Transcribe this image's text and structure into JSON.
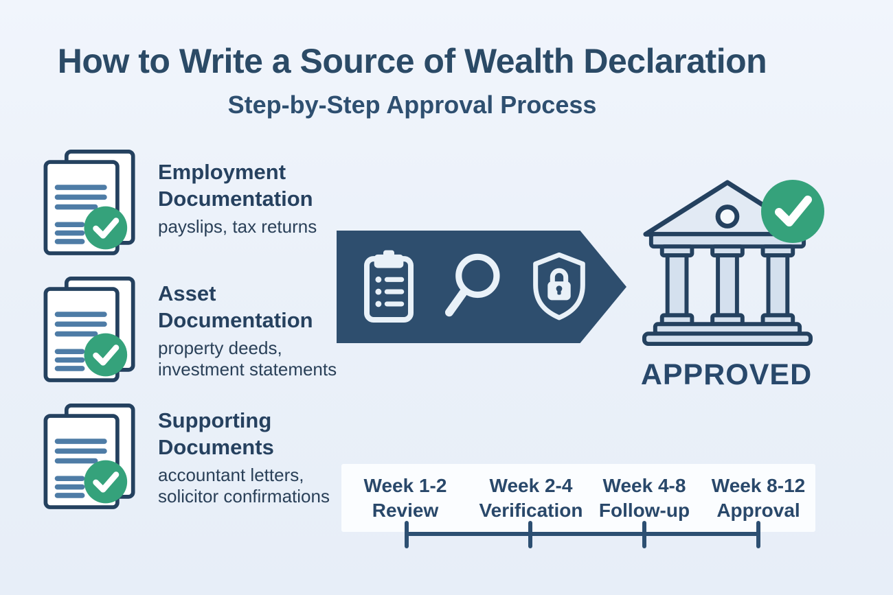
{
  "title": "How to Write a Source of Wealth Declaration",
  "subtitle": "Step-by-Step Approval Process",
  "documents": [
    {
      "heading": "Employment Documentation",
      "detail": "payslips, tax returns"
    },
    {
      "heading": "Asset Documentation",
      "detail": "property deeds, investment statements"
    },
    {
      "heading": "Supporting Documents",
      "detail": "accountant letters, solicitor confirmations"
    }
  ],
  "process_arrow": {
    "icons": [
      "clipboard-checklist-icon",
      "magnifier-icon",
      "shield-lock-icon"
    ]
  },
  "approval": {
    "label": "APPROVED"
  },
  "timeline": {
    "stages": [
      {
        "week": "Week 1-2",
        "label": "Review"
      },
      {
        "week": "Week 2-4",
        "label": "Verification"
      },
      {
        "week": "Week 4-8",
        "label": "Follow-up"
      },
      {
        "week": "Week 8-12",
        "label": "Approval"
      }
    ]
  },
  "colors": {
    "background": "#ebf1f9",
    "navy_text": "#2b4a66",
    "arrow_fill": "#2e4e6e",
    "icon_light": "#e9f1f8",
    "green_check": "#35a27b",
    "doc_outline": "#24415f",
    "doc_line_blue": "#4e7ca6",
    "bank_fill": "#d4e0ee",
    "timeline_panel": "#fbfdff"
  }
}
